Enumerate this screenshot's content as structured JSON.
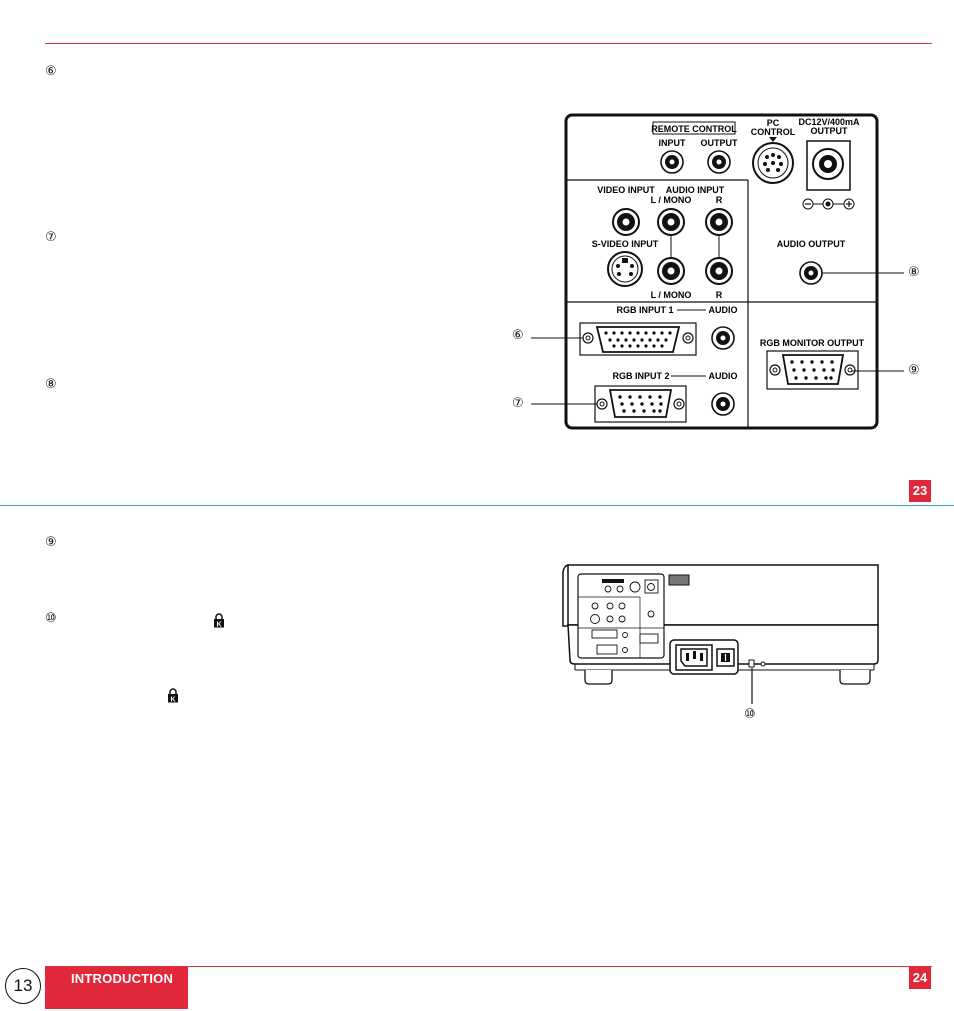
{
  "callouts": {
    "c6": "⑥",
    "c7": "⑦",
    "c8": "⑧",
    "c9": "⑨",
    "c10": "⑩"
  },
  "panel": {
    "remote_control": "REMOTE CONTROL",
    "input": "INPUT",
    "output": "OUTPUT",
    "pc": "PC",
    "control": "CONTROL",
    "dc": "DC12V/400mA",
    "dc_output": "OUTPUT",
    "video_input": "VIDEO INPUT",
    "audio_input": "AUDIO INPUT",
    "l_mono": "L / MONO",
    "r": "R",
    "s_video_input": "S-VIDEO INPUT",
    "audio_output": "AUDIO OUTPUT",
    "rgb_input_1": "RGB INPUT 1",
    "rgb_input_2": "RGB INPUT 2",
    "audio": "AUDIO",
    "rgb_monitor_output": "RGB MONITOR OUTPUT"
  },
  "pages": {
    "top": "23",
    "bottom": "24"
  },
  "section": "INTRODUCTION",
  "page_number": "13",
  "icons": {
    "kensington": "kensington-lock-icon"
  },
  "colors": {
    "accent_red": "#e0283a",
    "rule_teal": "#3aa8a8"
  }
}
